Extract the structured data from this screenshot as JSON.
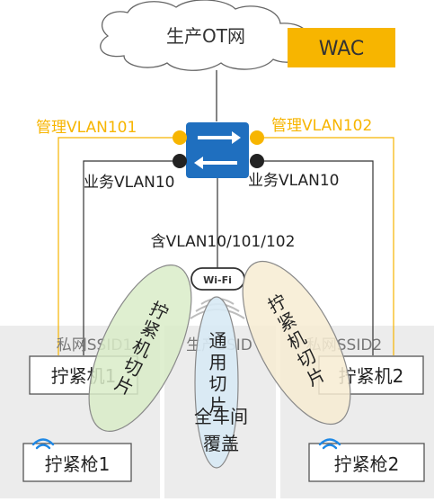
{
  "cloud": {
    "label": "生产OT网"
  },
  "wac": {
    "label": "WAC",
    "color": "#f7b500"
  },
  "links": {
    "mgmt_left": "管理VLAN101",
    "mgmt_right": "管理VLAN102",
    "service_left": "业务VLAN10",
    "service_right": "业务VLAN10",
    "trunk": "含VLAN10/101/102",
    "mgmt_color": "#f7b500"
  },
  "switch_icon": "switch-icon",
  "ap_icon": "wifi-ap-icon",
  "zones": {
    "left": {
      "ssid": "私网SSID1",
      "device": "拧紧机1",
      "tool": "拧紧枪1",
      "ellipse": "拧紧机切片"
    },
    "center": {
      "ssid": "生产SSID",
      "ellipse": "通用切片",
      "coverage_line1": "全车间",
      "coverage_line2": "覆盖"
    },
    "right": {
      "ssid": "私网SSID2",
      "device": "拧紧机2",
      "tool": "拧紧枪2",
      "ellipse": "拧紧机切片"
    }
  },
  "colors": {
    "zone_bg": "#ececec",
    "switch_blue": "#1f6fbf",
    "ellipse_left": "#d9ecc8",
    "ellipse_center": "#d8eaf5",
    "ellipse_right": "#f7ecd2",
    "wifi_blue": "#1e88e5"
  }
}
